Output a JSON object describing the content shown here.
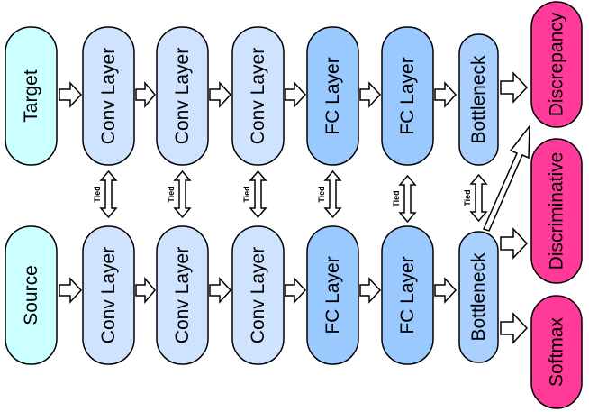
{
  "colors": {
    "input_fill": "#ccffff",
    "conv_fill": "#cfe3ff",
    "fc_fill": "#99c9ff",
    "bottleneck_fill": "#a9d0ff",
    "loss_fill": "#ff3a99",
    "outline": "#000000",
    "arrow_fill": "#ffffff"
  },
  "target_row": {
    "input": "Target",
    "layers": [
      "Conv Layer",
      "Conv Layer",
      "Conv Layer",
      "FC Layer",
      "FC Layer",
      "Bottleneck"
    ]
  },
  "source_row": {
    "input": "Source",
    "layers": [
      "Conv Layer",
      "Conv Layer",
      "Conv Layer",
      "FC Layer",
      "FC Layer",
      "Bottleneck"
    ]
  },
  "tied_label": "Tied",
  "losses": {
    "discrepancy": "Discrepancy",
    "discriminative": "Discriminative",
    "softmax": "Softmax"
  }
}
